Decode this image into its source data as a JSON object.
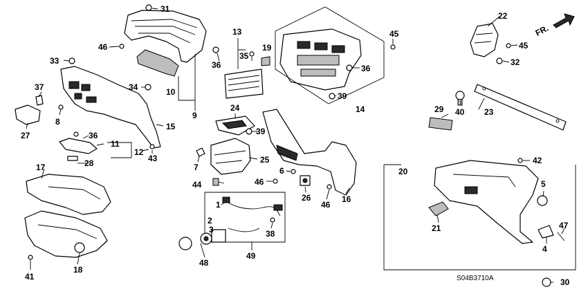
{
  "callouts": [
    {
      "id": "c31",
      "label": "31"
    },
    {
      "id": "c46a",
      "label": "46"
    },
    {
      "id": "c13",
      "label": "13"
    },
    {
      "id": "c35",
      "label": "35"
    },
    {
      "id": "c19",
      "label": "19"
    },
    {
      "id": "c45a",
      "label": "45"
    },
    {
      "id": "c22",
      "label": "22"
    },
    {
      "id": "c45b",
      "label": "45"
    },
    {
      "id": "c32",
      "label": "32"
    },
    {
      "id": "c33",
      "label": "33"
    },
    {
      "id": "c36a",
      "label": "36"
    },
    {
      "id": "c36b",
      "label": "36"
    },
    {
      "id": "c34",
      "label": "34"
    },
    {
      "id": "c10",
      "label": "10"
    },
    {
      "id": "c9",
      "label": "9"
    },
    {
      "id": "c37",
      "label": "37"
    },
    {
      "id": "c39a",
      "label": "39"
    },
    {
      "id": "c14",
      "label": "14"
    },
    {
      "id": "c40",
      "label": "40"
    },
    {
      "id": "c23",
      "label": "23"
    },
    {
      "id": "c8",
      "label": "8"
    },
    {
      "id": "c27",
      "label": "27"
    },
    {
      "id": "c15",
      "label": "15"
    },
    {
      "id": "c24",
      "label": "24"
    },
    {
      "id": "c39b",
      "label": "39"
    },
    {
      "id": "c29",
      "label": "29"
    },
    {
      "id": "c36c",
      "label": "36"
    },
    {
      "id": "c11",
      "label": "11"
    },
    {
      "id": "c12",
      "label": "12"
    },
    {
      "id": "c43",
      "label": "43"
    },
    {
      "id": "c28",
      "label": "28"
    },
    {
      "id": "c7",
      "label": "7"
    },
    {
      "id": "c25",
      "label": "25"
    },
    {
      "id": "c20",
      "label": "20"
    },
    {
      "id": "c42",
      "label": "42"
    },
    {
      "id": "c17",
      "label": "17"
    },
    {
      "id": "c6",
      "label": "6"
    },
    {
      "id": "c46b",
      "label": "46"
    },
    {
      "id": "c44",
      "label": "44"
    },
    {
      "id": "c26",
      "label": "26"
    },
    {
      "id": "c46c",
      "label": "46"
    },
    {
      "id": "c16",
      "label": "16"
    },
    {
      "id": "c5",
      "label": "5"
    },
    {
      "id": "c47",
      "label": "47"
    },
    {
      "id": "c1",
      "label": "1"
    },
    {
      "id": "c2",
      "label": "2"
    },
    {
      "id": "c3",
      "label": "3"
    },
    {
      "id": "c21",
      "label": "21"
    },
    {
      "id": "c4",
      "label": "4"
    },
    {
      "id": "c38",
      "label": "38"
    },
    {
      "id": "c18",
      "label": "18"
    },
    {
      "id": "c41",
      "label": "41"
    },
    {
      "id": "c48",
      "label": "48"
    },
    {
      "id": "c49",
      "label": "49"
    },
    {
      "id": "c30",
      "label": "30"
    }
  ],
  "direction_label": "FR.",
  "diagram_code": "S04B3710A"
}
